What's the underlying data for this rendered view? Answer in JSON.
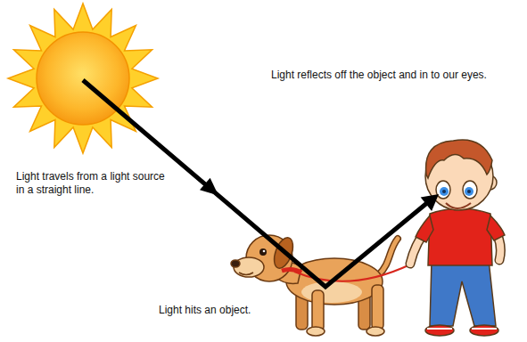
{
  "diagram": {
    "labels": [
      "Light travels from a light source in a straight line.",
      "Light reflects off the object and in to our eyes.",
      "Light hits an object."
    ]
  }
}
